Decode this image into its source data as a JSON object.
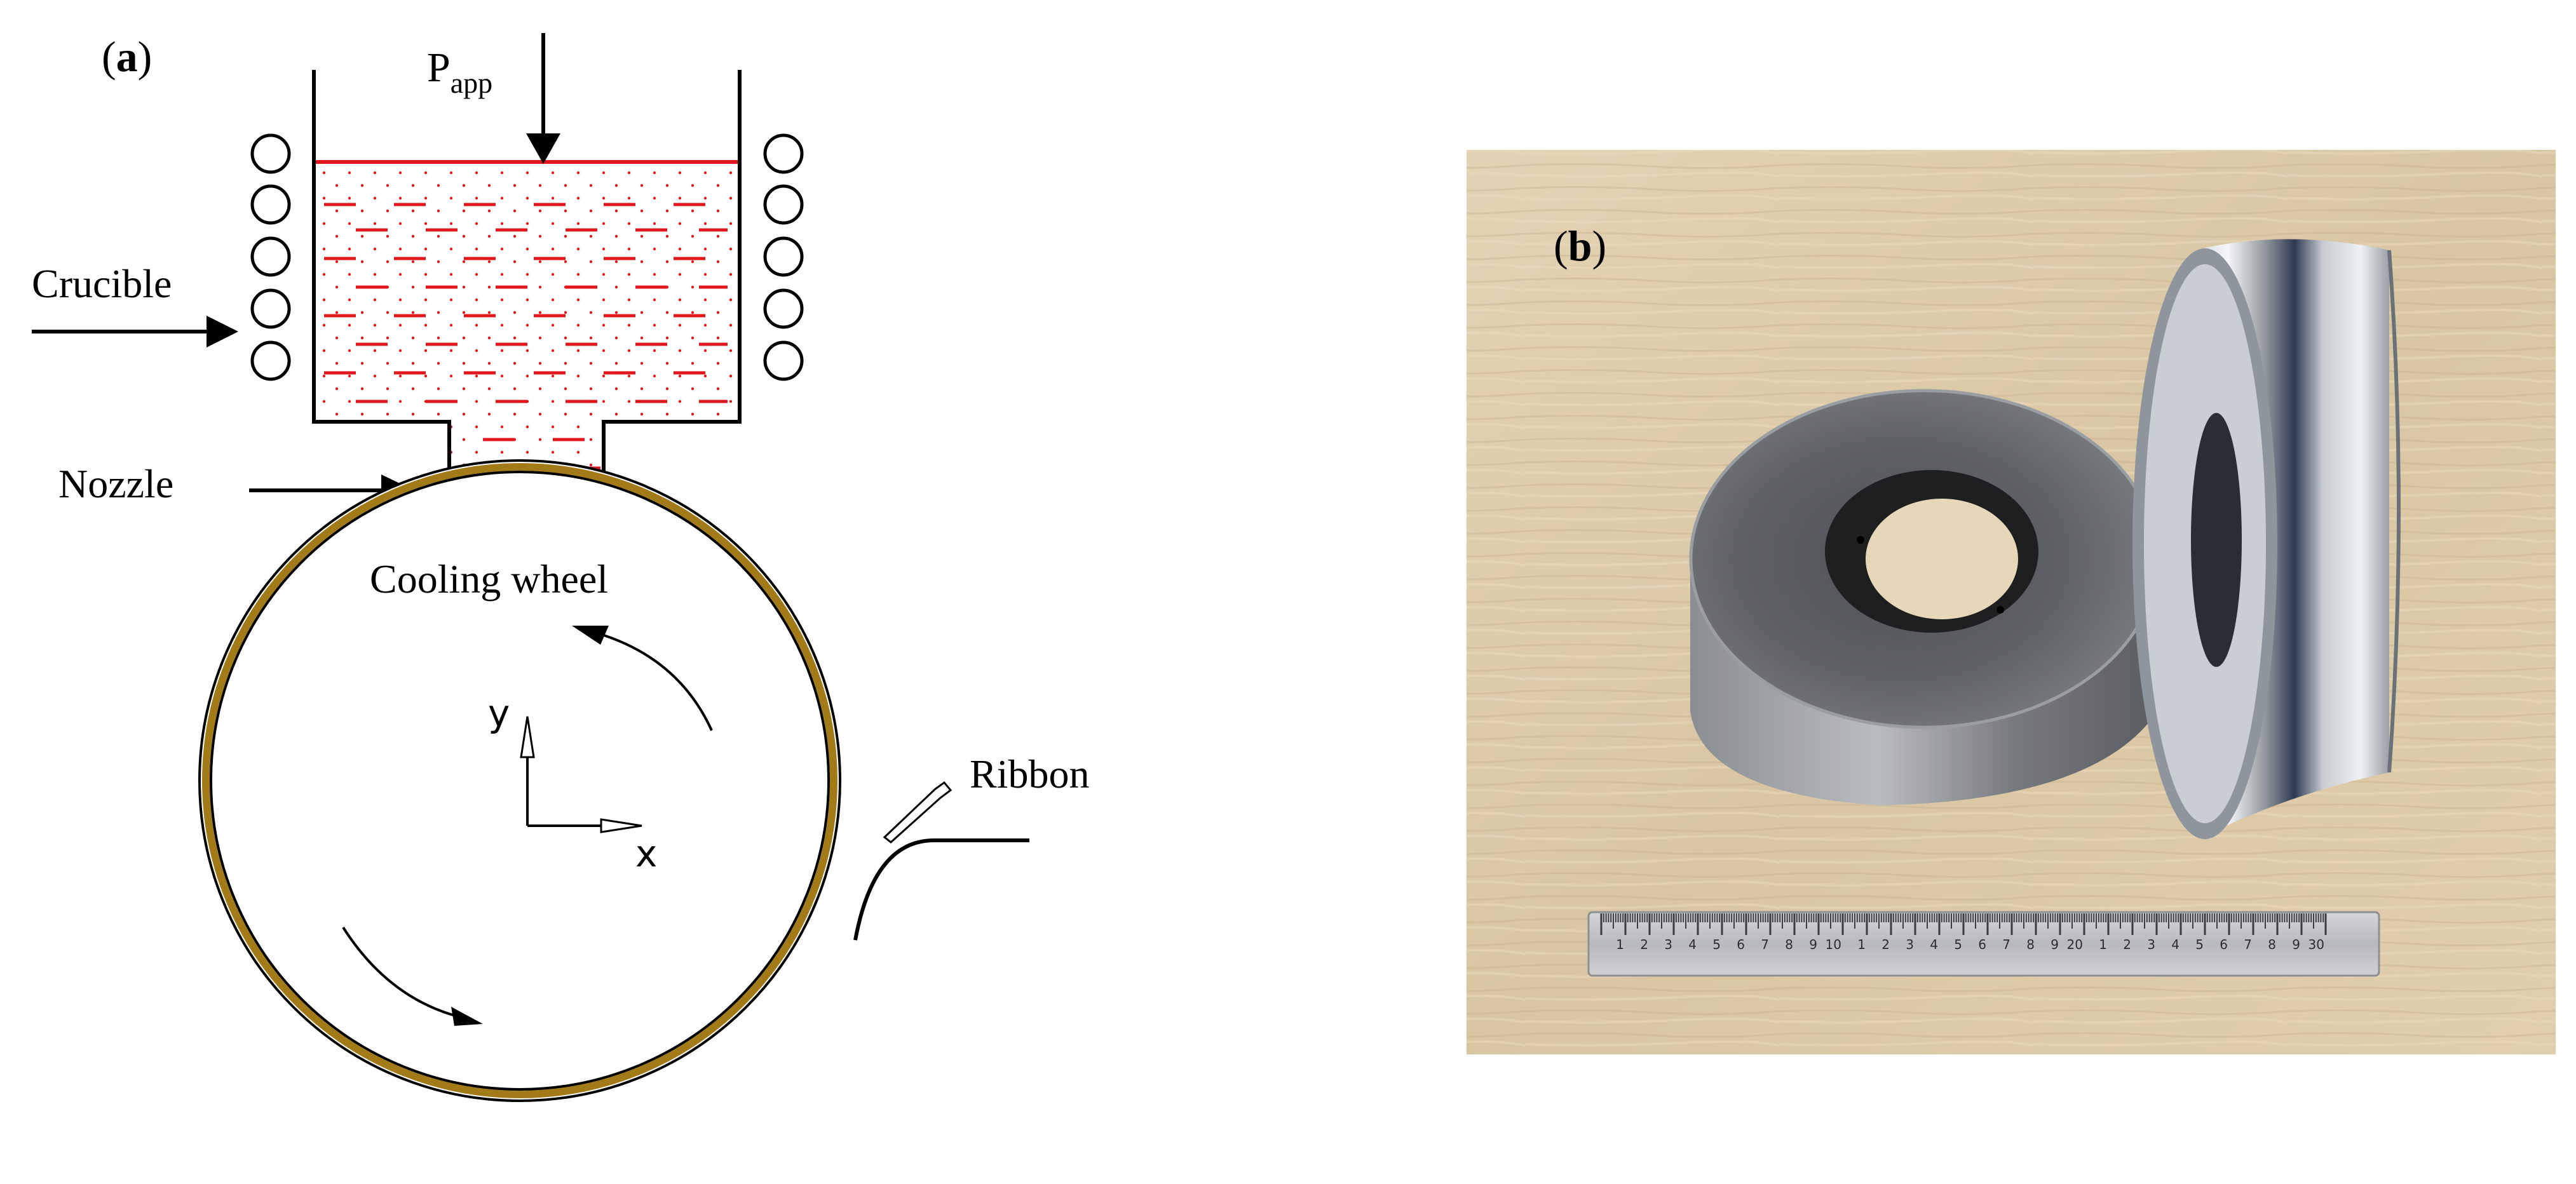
{
  "panel_a": {
    "label_open": "(",
    "label_letter": "a",
    "label_close": ")",
    "pressure_label_main": "P",
    "pressure_label_sub": "app",
    "crucible_label": "Crucible",
    "nozzle_label": "Nozzle",
    "wheel_label": "Cooling wheel",
    "ribbon_label": "Ribbon",
    "axis_x_label": "x",
    "axis_y_label": "y",
    "colors": {
      "melt": "#e0181e",
      "wheel_rim": "#a27a17",
      "line": "#000000"
    }
  },
  "panel_b": {
    "label_open": "(",
    "label_letter": "b",
    "label_close": ")",
    "ruler_numbers": [
      "1",
      "2",
      "3",
      "4",
      "5",
      "6",
      "7",
      "8",
      "9",
      "10",
      "1",
      "2",
      "3",
      "4",
      "5",
      "6",
      "7",
      "8",
      "9",
      "20",
      "1",
      "2",
      "3",
      "4",
      "5",
      "6",
      "7",
      "8",
      "9",
      "30"
    ],
    "colors": {
      "table": "#dccaa8",
      "metal": "#6a6e72"
    }
  }
}
